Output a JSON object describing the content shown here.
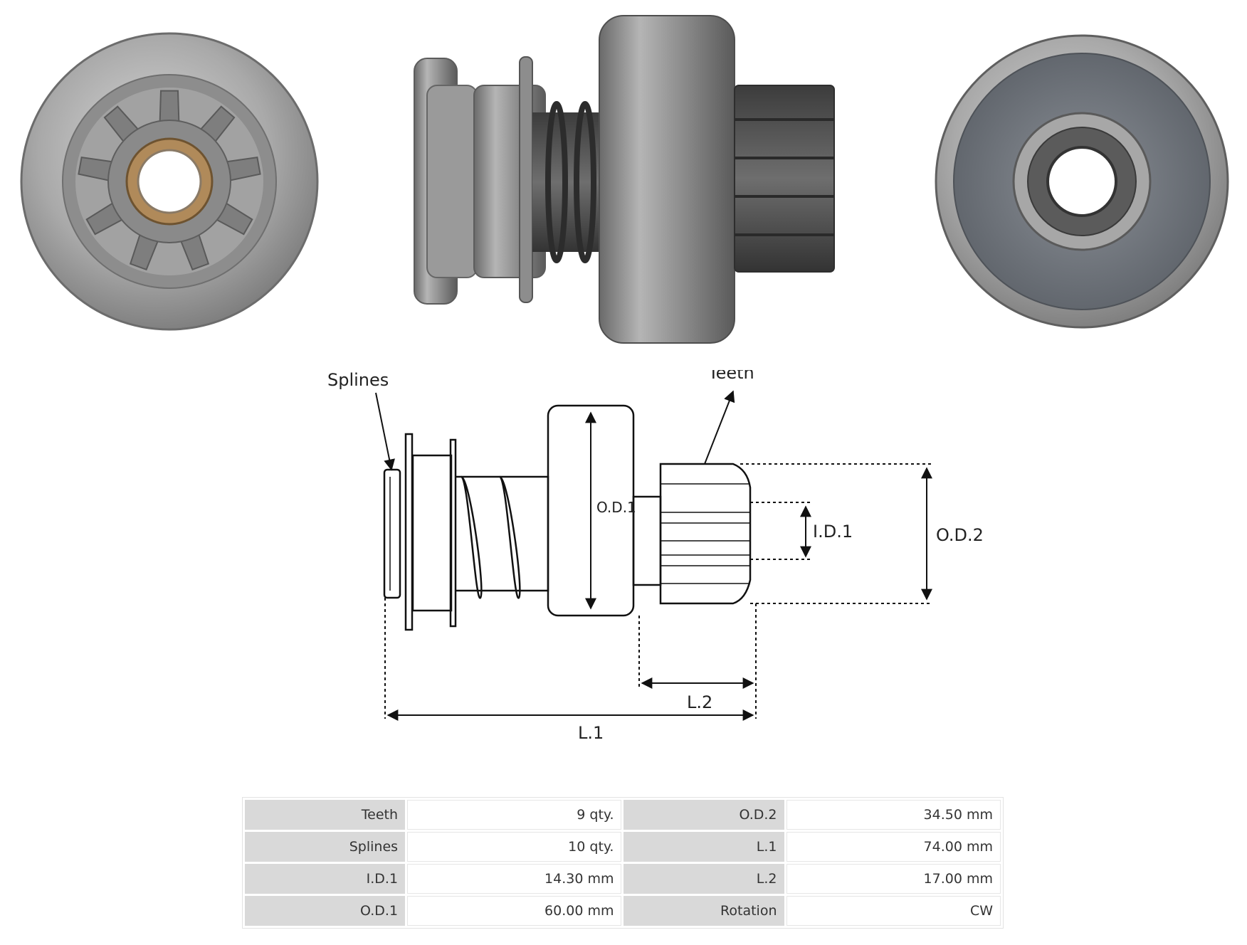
{
  "diagram": {
    "labels": {
      "splines": "Splines",
      "teeth": "Teeth",
      "od1": "O.D.1",
      "id1": "I.D.1",
      "od2": "O.D.2",
      "l2": "L.2",
      "l1": "L.1"
    }
  },
  "specs": {
    "rows": [
      {
        "label_a": "Teeth",
        "value_a": "9 qty.",
        "label_b": "O.D.2",
        "value_b": "34.50 mm"
      },
      {
        "label_a": "Splines",
        "value_a": "10 qty.",
        "label_b": "L.1",
        "value_b": "74.00 mm"
      },
      {
        "label_a": "I.D.1",
        "value_a": "14.30 mm",
        "label_b": "L.2",
        "value_b": "17.00 mm"
      },
      {
        "label_a": "O.D.1",
        "value_a": "60.00 mm",
        "label_b": "Rotation",
        "value_b": "CW"
      }
    ]
  },
  "colors": {
    "metal_light": "#c9c9c9",
    "metal_mid": "#9a9a9a",
    "metal_dark": "#4a4a4a",
    "bronze": "#b08a5a",
    "table_label_bg": "#d9d9d9"
  }
}
